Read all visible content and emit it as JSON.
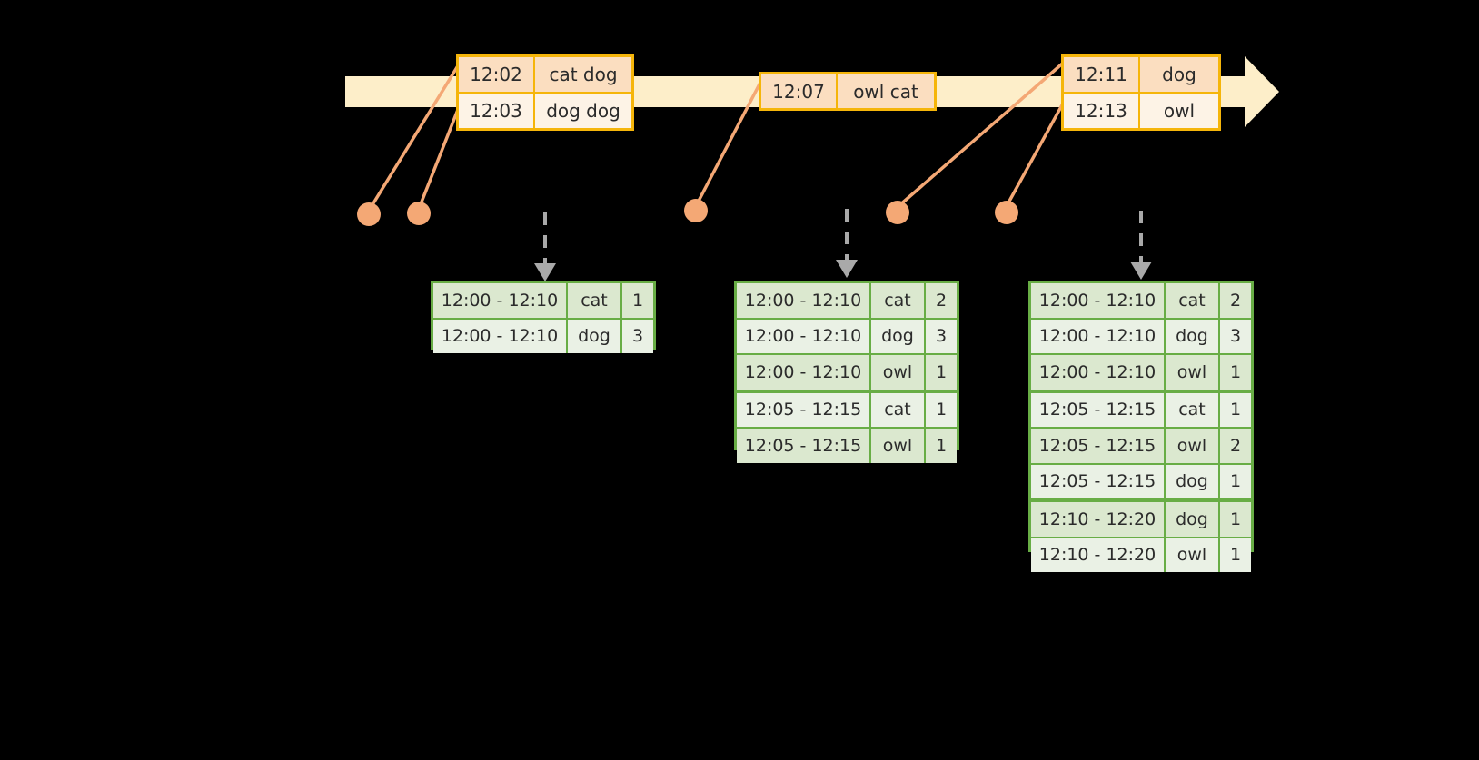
{
  "colors": {
    "background": "#000000",
    "timeline_bar": "#fdeec9",
    "event_border": "#f5b50a",
    "event_fill_shade": "#fbdec0",
    "event_fill_plain": "#fdf3e6",
    "table_border": "#68ad45",
    "table_fill_shade": "#dbe8cf",
    "table_fill_plain": "#eaf1e5",
    "connector": "#f4a875",
    "dot": "#f4a875",
    "arrow": "#a9a9a9"
  },
  "timeline": {
    "name": "event-timeline",
    "arrow_icon": "arrow-right-icon",
    "events": [
      {
        "name": "event-box-1",
        "rows": [
          {
            "time": "12:02",
            "text": "cat dog"
          },
          {
            "time": "12:03",
            "text": "dog dog"
          }
        ]
      },
      {
        "name": "event-box-2",
        "rows": [
          {
            "time": "12:07",
            "text": "owl cat"
          }
        ]
      },
      {
        "name": "event-box-3",
        "rows": [
          {
            "time": "12:11",
            "text": "dog"
          },
          {
            "time": "12:13",
            "text": "owl"
          }
        ]
      }
    ]
  },
  "tables": [
    {
      "name": "window-table-1",
      "rows": [
        {
          "range": "12:00 - 12:10",
          "key": "cat",
          "count": "1"
        },
        {
          "range": "12:00 - 12:10",
          "key": "dog",
          "count": "3"
        }
      ]
    },
    {
      "name": "window-table-2",
      "rows": [
        {
          "range": "12:00 - 12:10",
          "key": "cat",
          "count": "2"
        },
        {
          "range": "12:00 - 12:10",
          "key": "dog",
          "count": "3"
        },
        {
          "range": "12:00 - 12:10",
          "key": "owl",
          "count": "1"
        },
        {
          "range": "12:05 - 12:15",
          "key": "cat",
          "count": "1"
        },
        {
          "range": "12:05 - 12:15",
          "key": "owl",
          "count": "1"
        }
      ]
    },
    {
      "name": "window-table-3",
      "rows": [
        {
          "range": "12:00 - 12:10",
          "key": "cat",
          "count": "2"
        },
        {
          "range": "12:00 - 12:10",
          "key": "dog",
          "count": "3"
        },
        {
          "range": "12:00 - 12:10",
          "key": "owl",
          "count": "1"
        },
        {
          "range": "12:05 - 12:15",
          "key": "cat",
          "count": "1"
        },
        {
          "range": "12:05 - 12:15",
          "key": "owl",
          "count": "2"
        },
        {
          "range": "12:05 - 12:15",
          "key": "dog",
          "count": "1"
        },
        {
          "range": "12:10 - 12:20",
          "key": "dog",
          "count": "1"
        },
        {
          "range": "12:10 - 12:20",
          "key": "owl",
          "count": "1"
        }
      ]
    }
  ]
}
